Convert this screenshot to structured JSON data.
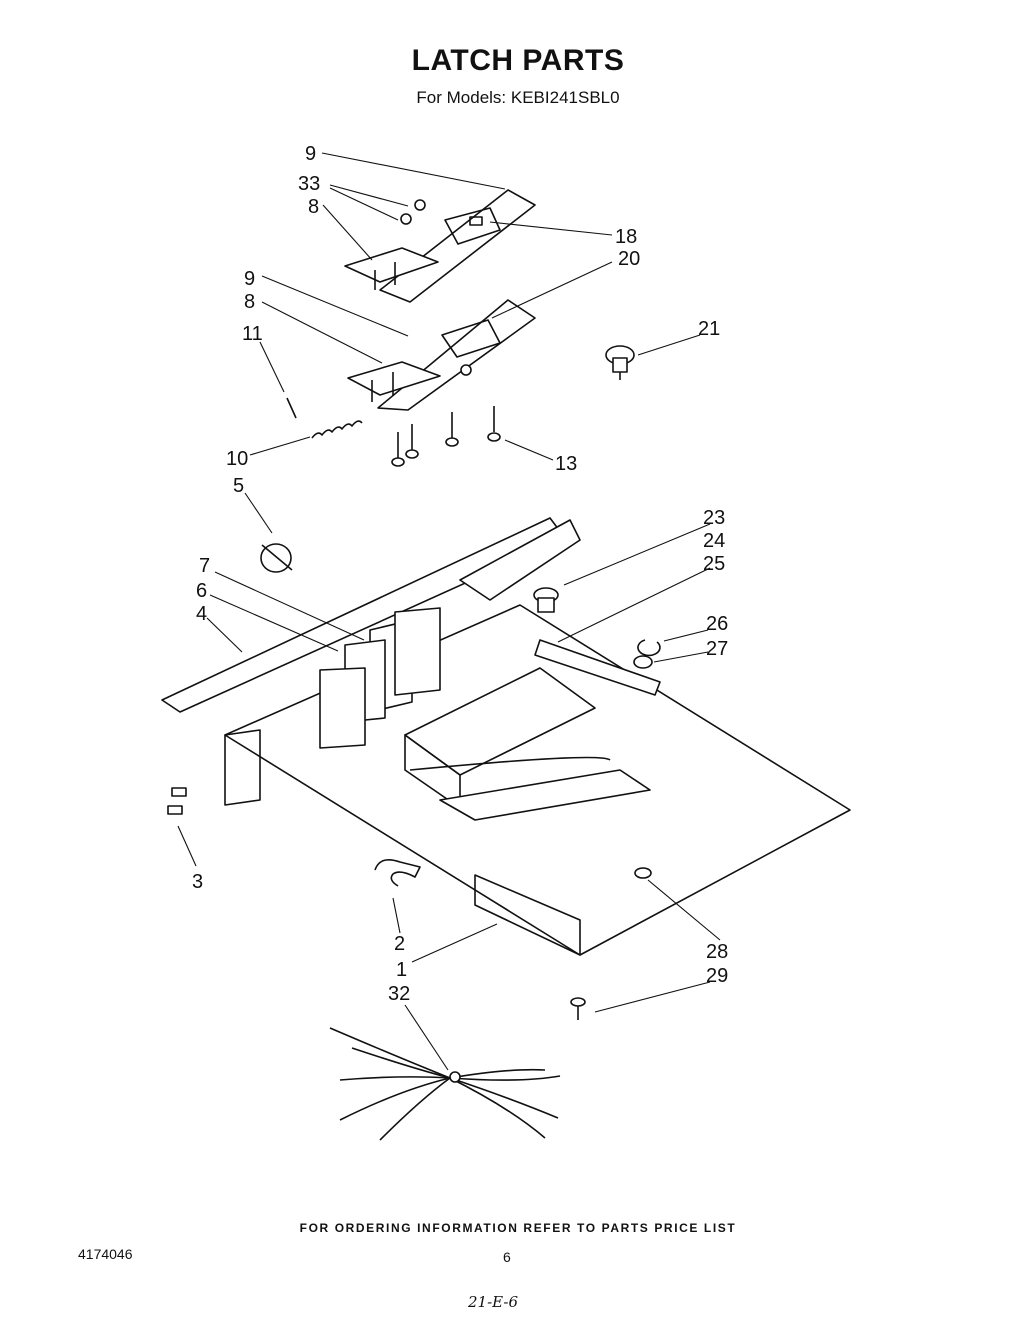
{
  "header": {
    "title": "LATCH PARTS",
    "subtitle": "For Models: KEBI241SBL0"
  },
  "callouts": [
    {
      "id": "c9a",
      "label": "9"
    },
    {
      "id": "c33",
      "label": "33"
    },
    {
      "id": "c8a",
      "label": "8"
    },
    {
      "id": "c18",
      "label": "18"
    },
    {
      "id": "c20",
      "label": "20"
    },
    {
      "id": "c9b",
      "label": "9"
    },
    {
      "id": "c8b",
      "label": "8"
    },
    {
      "id": "c21",
      "label": "21"
    },
    {
      "id": "c11",
      "label": "11"
    },
    {
      "id": "c10",
      "label": "10"
    },
    {
      "id": "c13",
      "label": "13"
    },
    {
      "id": "c5",
      "label": "5"
    },
    {
      "id": "c23",
      "label": "23"
    },
    {
      "id": "c24",
      "label": "24"
    },
    {
      "id": "c25",
      "label": "25"
    },
    {
      "id": "c7",
      "label": "7"
    },
    {
      "id": "c6",
      "label": "6"
    },
    {
      "id": "c4",
      "label": "4"
    },
    {
      "id": "c26",
      "label": "26"
    },
    {
      "id": "c27",
      "label": "27"
    },
    {
      "id": "c3",
      "label": "3"
    },
    {
      "id": "c2",
      "label": "2"
    },
    {
      "id": "c28",
      "label": "28"
    },
    {
      "id": "c1",
      "label": "1"
    },
    {
      "id": "c29",
      "label": "29"
    },
    {
      "id": "c32",
      "label": "32"
    }
  ],
  "footer": {
    "ordering_note": "FOR ORDERING INFORMATION REFER TO PARTS PRICE LIST",
    "doc_number": "4174046",
    "page_number": "6",
    "handwritten_mark": "21-E-6"
  }
}
